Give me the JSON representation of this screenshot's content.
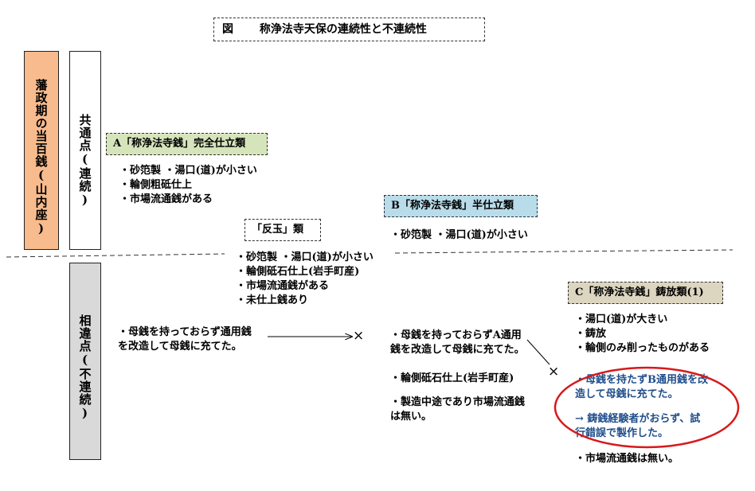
{
  "title": "図　　 称浄法寺天保の連続性と不連続性",
  "left_label": "藩政期の当百銭(山内座)",
  "common_label": "共通点(連続)",
  "diff_label": "相違点(不連続)",
  "catA": {
    "label": "A「称浄法寺銭」完全仕立類",
    "items": [
      "・砂笵製 ・湯口(道)が小さい",
      "・輪側粗砥仕上",
      "・市場流通銭がある"
    ]
  },
  "catB": {
    "label": "B「称浄法寺銭」半仕立類",
    "items": [
      "・砂笵製 ・湯口(道)が小さい"
    ]
  },
  "hangyoku": {
    "label": "「反玉」類",
    "items": [
      "・砂笵製 ・湯口(道)が小さい",
      "・輪側砥石仕上(岩手町産)",
      "・市場流通銭がある",
      "・未仕上銭あり"
    ]
  },
  "catC": {
    "label": "C「称浄法寺銭」鋳放類(1)",
    "items": [
      "・湯口(道)が大きい",
      "・鋳放",
      "・輪側のみ削ったものがある"
    ]
  },
  "diffA": [
    "・母銭を持っておらず通用銭",
    "を改造して母銭に充てた。"
  ],
  "diffB1": [
    "・母銭を持っておらずA通用",
    "銭を改造して母銭に充てた。"
  ],
  "diffB2": [
    "・輪側砥石仕上(岩手町産)"
  ],
  "diffB3": [
    "・製造中途であり市場流通銭",
    "は無い。"
  ],
  "diffC1": [
    "・母銭を持たずB通用銭を改",
    "造して母銭に充てた。"
  ],
  "diffC2": [
    "→ 鋳銭経験者がおらず、試",
    "行錯誤で製作した。"
  ],
  "diffC3": [
    "・市場流通銭は無い。"
  ],
  "cross_mark": "×",
  "colors": {
    "orange_box": "#f8bb8d",
    "gray_box": "#d9d9d9",
    "catA": "#d6e4bc",
    "catB": "#b9dcea",
    "catC": "#dcd5bf",
    "ellipse": "#d7191c",
    "blue_text": "#1f4e8c"
  }
}
